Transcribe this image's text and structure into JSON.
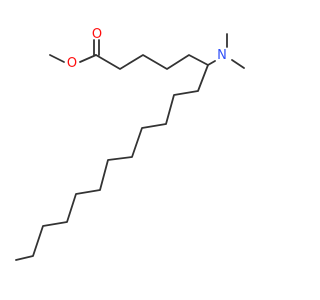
{
  "molecule": {
    "atom_labels": {
      "carbonyl_oxygen": "O",
      "ester_oxygen": "O",
      "amine_nitrogen": "N"
    },
    "colors": {
      "bond": "#333333",
      "oxygen": "#ff0d0d",
      "nitrogen": "#3050f8",
      "background": "#ffffff"
    }
  }
}
